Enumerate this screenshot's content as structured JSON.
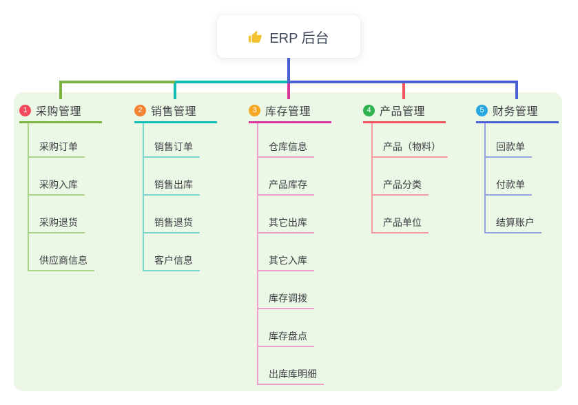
{
  "root_node": {
    "icon": "thumbs-up-icon",
    "title": "ERP 后台",
    "icon_color": "#f3c231"
  },
  "connector": {
    "stem_color": "#4a5fd2"
  },
  "panel": {
    "background_color": "#ecf7e6"
  },
  "branches": [
    {
      "num": "1",
      "label": "采购管理",
      "badge_color": "#f4485d",
      "line_color": "#7cb342",
      "child_line_color": "#a9d489",
      "children": [
        "采购订单",
        "采购入库",
        "采购退货",
        "供应商信息"
      ]
    },
    {
      "num": "2",
      "label": "销售管理",
      "badge_color": "#f58233",
      "line_color": "#0fbdb2",
      "child_line_color": "#7fd6cf",
      "children": [
        "销售订单",
        "销售出库",
        "销售退货",
        "客户信息"
      ]
    },
    {
      "num": "3",
      "label": "库存管理",
      "badge_color": "#f6a724",
      "line_color": "#d8359c",
      "child_line_color": "#ee9ecb",
      "children": [
        "仓库信息",
        "产品库存",
        "其它出库",
        "其它入库",
        "库存调拨",
        "库存盘点",
        "出库库明细"
      ]
    },
    {
      "num": "4",
      "label": "产品管理",
      "badge_color": "#2fb34f",
      "line_color": "#f25460",
      "child_line_color": "#f79ba0",
      "children": [
        "产品（物料）",
        "产品分类",
        "产品单位"
      ]
    },
    {
      "num": "5",
      "label": "财务管理",
      "badge_color": "#27a6e1",
      "line_color": "#4a5fd2",
      "child_line_color": "#96a5e5",
      "children": [
        "回款单",
        "付款单",
        "结算账户"
      ]
    }
  ]
}
